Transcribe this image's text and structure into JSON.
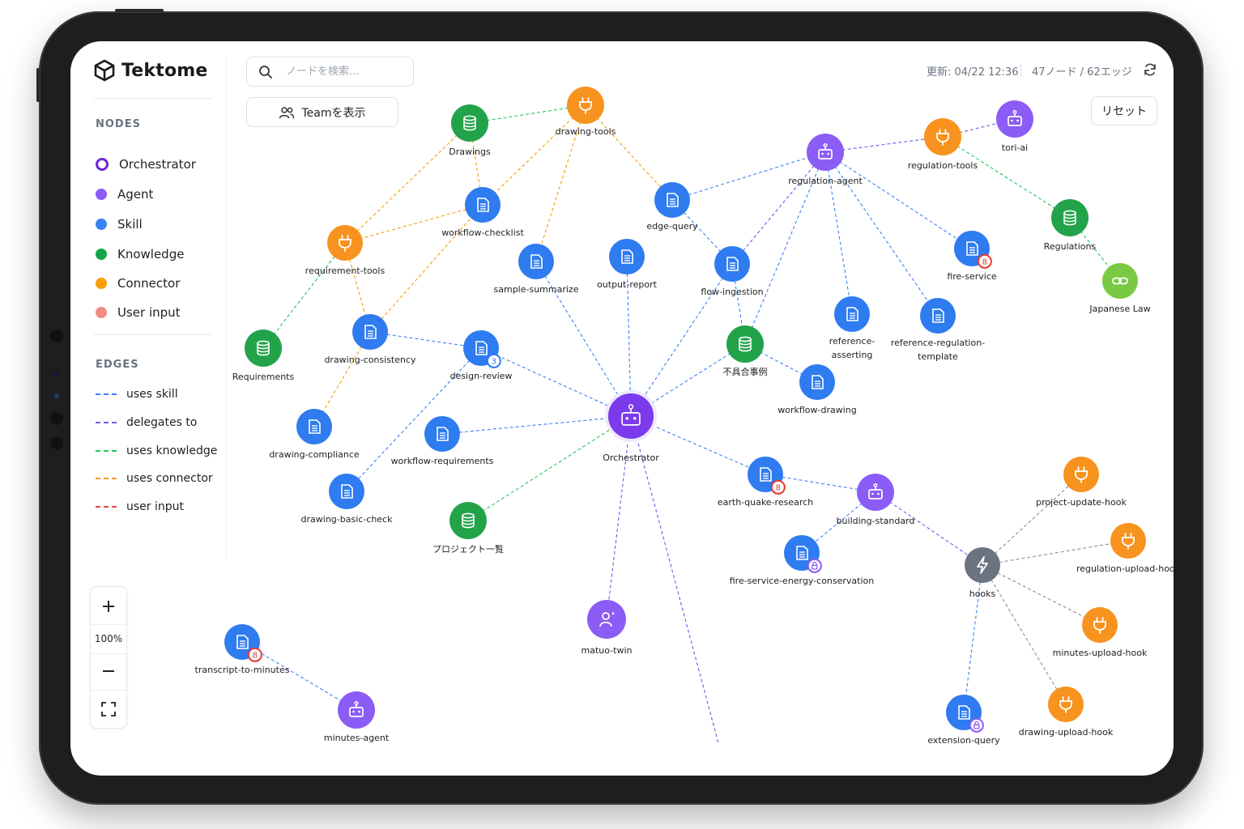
{
  "brand": {
    "name": "Tektome"
  },
  "search": {
    "placeholder": "ノードを検索..."
  },
  "team_button": {
    "label": "Teamを表示"
  },
  "meta": {
    "updated": "更新: 04/22 12:36",
    "counts": "47ノード / 62エッジ"
  },
  "reset_button": {
    "label": "リセット"
  },
  "zoom": {
    "level": "100%"
  },
  "legend": {
    "nodes_title": "NODES",
    "nodes": [
      {
        "label": "Orchestrator",
        "color": "#6d28d9",
        "style": "ring"
      },
      {
        "label": "Agent",
        "color": "#8b5cf6",
        "style": "dot"
      },
      {
        "label": "Skill",
        "color": "#3b82f6",
        "style": "dot"
      },
      {
        "label": "Knowledge",
        "color": "#16a34a",
        "style": "dot"
      },
      {
        "label": "Connector",
        "color": "#f59e0b",
        "style": "dot"
      },
      {
        "label": "User input",
        "color": "#f28b82",
        "style": "dot"
      }
    ],
    "edges_title": "EDGES",
    "edges": [
      {
        "label": "uses skill",
        "color": "#3b82f6"
      },
      {
        "label": "delegates to",
        "color": "#6d5ce8"
      },
      {
        "label": "uses knowledge",
        "color": "#22c55e"
      },
      {
        "label": "uses connector",
        "color": "#f59e0b"
      },
      {
        "label": "user input",
        "color": "#ef4444"
      }
    ]
  },
  "colors": {
    "orchestrator": "#7c3aed",
    "agent": "#8b5cf6",
    "skill": "#2f7bf0",
    "knowledge": "#22a34a",
    "connector": "#f7931e",
    "law": "#7ac943",
    "hooks": "#6b7280",
    "badge_red": "#e53935",
    "badge_purple": "#8b5cf6"
  },
  "graph": {
    "nodes": [
      {
        "id": "orchestrator",
        "label": "Orchestrator",
        "type": "orchestrator",
        "icon": "robot-icon"
      },
      {
        "id": "drawings",
        "label": "Drawings",
        "type": "knowledge",
        "icon": "database-icon"
      },
      {
        "id": "drawing-tools",
        "label": "drawing-tools",
        "type": "connector",
        "icon": "plug-icon"
      },
      {
        "id": "workflow-checklist",
        "label": "workflow-checklist",
        "type": "skill",
        "icon": "document-icon"
      },
      {
        "id": "requirement-tools",
        "label": "requirement-tools",
        "type": "connector",
        "icon": "plug-icon"
      },
      {
        "id": "sample-summarize",
        "label": "sample-summarize",
        "type": "skill",
        "icon": "document-icon"
      },
      {
        "id": "output-report",
        "label": "output-report",
        "type": "skill",
        "icon": "document-icon"
      },
      {
        "id": "edge-query",
        "label": "edge-query",
        "type": "skill",
        "icon": "document-icon"
      },
      {
        "id": "flow-ingestion",
        "label": "flow-ingestion",
        "type": "skill",
        "icon": "document-icon"
      },
      {
        "id": "regulation-agent",
        "label": "regulation-agent",
        "type": "agent",
        "icon": "robot-icon"
      },
      {
        "id": "regulation-tools",
        "label": "regulation-tools",
        "type": "connector",
        "icon": "plug-icon"
      },
      {
        "id": "tori-ai",
        "label": "tori-ai",
        "type": "agent",
        "icon": "robot-icon"
      },
      {
        "id": "regulations",
        "label": "Regulations",
        "type": "knowledge",
        "icon": "database-icon"
      },
      {
        "id": "japanese-law",
        "label": "Japanese Law",
        "type": "law",
        "icon": "link-icon"
      },
      {
        "id": "fire-service",
        "label": "fire-service",
        "type": "skill",
        "icon": "document-icon",
        "badge": "8",
        "badge_type": "red"
      },
      {
        "id": "reference-asserting",
        "label": "reference-",
        "label2": "asserting",
        "type": "skill",
        "icon": "document-icon"
      },
      {
        "id": "reference-regulation-template",
        "label": "reference-regulation-",
        "label2": "template",
        "type": "skill",
        "icon": "document-icon"
      },
      {
        "id": "fuguai",
        "label": "不具合事例",
        "type": "knowledge",
        "icon": "database-icon"
      },
      {
        "id": "workflow-drawing",
        "label": "workflow-drawing",
        "type": "skill",
        "icon": "document-icon"
      },
      {
        "id": "requirements",
        "label": "Requirements",
        "type": "knowledge",
        "icon": "database-icon"
      },
      {
        "id": "drawing-consistency",
        "label": "drawing-consistency",
        "type": "skill",
        "icon": "document-icon"
      },
      {
        "id": "design-review",
        "label": "design-review",
        "type": "skill",
        "icon": "document-icon",
        "badge": "3",
        "badge_type": "blue"
      },
      {
        "id": "drawing-compliance",
        "label": "drawing-compliance",
        "type": "skill",
        "icon": "document-icon"
      },
      {
        "id": "workflow-requirements",
        "label": "workflow-requirements",
        "type": "skill",
        "icon": "document-icon"
      },
      {
        "id": "drawing-basic-check",
        "label": "drawing-basic-check",
        "type": "skill",
        "icon": "document-icon"
      },
      {
        "id": "project-list",
        "label": "プロジェクト一覧",
        "type": "knowledge",
        "icon": "database-icon"
      },
      {
        "id": "earth-quake-research",
        "label": "earth-quake-research",
        "type": "skill",
        "icon": "document-icon",
        "badge": "8",
        "badge_type": "red"
      },
      {
        "id": "building-standard",
        "label": "building-standard",
        "type": "agent",
        "icon": "robot-icon"
      },
      {
        "id": "fire-service-energy-conservation",
        "label": "fire-service-energy-conservation",
        "type": "skill",
        "icon": "document-icon",
        "badge": "lock",
        "badge_type": "purple"
      },
      {
        "id": "hooks",
        "label": "hooks",
        "type": "hooks",
        "icon": "lightning-icon"
      },
      {
        "id": "project-update-hook",
        "label": "project-update-hook",
        "type": "connector",
        "icon": "plug-icon"
      },
      {
        "id": "regulation-upload-hook",
        "label": "regulation-upload-hook",
        "type": "connector",
        "icon": "plug-icon"
      },
      {
        "id": "minutes-upload-hook",
        "label": "minutes-upload-hook",
        "type": "connector",
        "icon": "plug-icon"
      },
      {
        "id": "drawing-upload-hook",
        "label": "drawing-upload-hook",
        "type": "connector",
        "icon": "plug-icon"
      },
      {
        "id": "extension-query",
        "label": "extension-query",
        "type": "skill",
        "icon": "document-icon",
        "badge": "lock",
        "badge_type": "purple"
      },
      {
        "id": "matuo-twin",
        "label": "matuo-twin",
        "type": "agent",
        "icon": "person-icon"
      },
      {
        "id": "transcript-to-minutes",
        "label": "transcript-to-minutes",
        "type": "skill",
        "icon": "document-icon",
        "badge": "8",
        "badge_type": "red"
      },
      {
        "id": "minutes-agent",
        "label": "minutes-agent",
        "type": "agent",
        "icon": "robot-icon"
      }
    ],
    "edges": [
      {
        "from": "drawings",
        "to": "drawing-tools",
        "kind": "knowledge"
      },
      {
        "from": "drawings",
        "to": "requirement-tools",
        "kind": "connector"
      },
      {
        "from": "drawings",
        "to": "workflow-checklist",
        "kind": "connector"
      },
      {
        "from": "drawing-tools",
        "to": "workflow-checklist",
        "kind": "connector"
      },
      {
        "from": "drawing-tools",
        "to": "sample-summarize",
        "kind": "connector"
      },
      {
        "from": "drawing-tools",
        "to": "edge-query",
        "kind": "connector"
      },
      {
        "from": "workflow-checklist",
        "to": "requirement-tools",
        "kind": "connector"
      },
      {
        "from": "requirement-tools",
        "to": "requirements",
        "kind": "knowledge"
      },
      {
        "from": "requirement-tools",
        "to": "drawing-consistency",
        "kind": "connector"
      },
      {
        "from": "drawing-consistency",
        "to": "workflow-checklist",
        "kind": "connector"
      },
      {
        "from": "drawing-consistency",
        "to": "drawing-compliance",
        "kind": "connector"
      },
      {
        "from": "drawing-consistency",
        "to": "design-review",
        "kind": "skill"
      },
      {
        "from": "design-review",
        "to": "orchestrator",
        "kind": "skill"
      },
      {
        "from": "design-review",
        "to": "drawing-basic-check",
        "kind": "skill"
      },
      {
        "from": "workflow-requirements",
        "to": "orchestrator",
        "kind": "skill"
      },
      {
        "from": "project-list",
        "to": "orchestrator",
        "kind": "knowledge"
      },
      {
        "from": "sample-summarize",
        "to": "orchestrator",
        "kind": "skill"
      },
      {
        "from": "output-report",
        "to": "orchestrator",
        "kind": "skill"
      },
      {
        "from": "flow-ingestion",
        "to": "orchestrator",
        "kind": "skill"
      },
      {
        "from": "edge-query",
        "to": "flow-ingestion",
        "kind": "skill"
      },
      {
        "from": "edge-query",
        "to": "regulation-agent",
        "kind": "skill"
      },
      {
        "from": "flow-ingestion",
        "to": "regulation-agent",
        "kind": "delegate"
      },
      {
        "from": "flow-ingestion",
        "to": "fuguai",
        "kind": "skill"
      },
      {
        "from": "fuguai",
        "to": "orchestrator",
        "kind": "skill"
      },
      {
        "from": "fuguai",
        "to": "regulation-agent",
        "kind": "skill"
      },
      {
        "from": "fuguai",
        "to": "workflow-drawing",
        "kind": "skill"
      },
      {
        "from": "regulation-agent",
        "to": "regulation-tools",
        "kind": "delegate"
      },
      {
        "from": "regulation-agent",
        "to": "fire-service",
        "kind": "skill"
      },
      {
        "from": "regulation-agent",
        "to": "reference-asserting",
        "kind": "skill"
      },
      {
        "from": "regulation-agent",
        "to": "reference-regulation-template",
        "kind": "skill"
      },
      {
        "from": "regulation-tools",
        "to": "tori-ai",
        "kind": "delegate"
      },
      {
        "from": "regulation-tools",
        "to": "regulations",
        "kind": "knowledge"
      },
      {
        "from": "regulations",
        "to": "japanese-law",
        "kind": "knowledge"
      },
      {
        "from": "orchestrator",
        "to": "earth-quake-research",
        "kind": "skill"
      },
      {
        "from": "earth-quake-research",
        "to": "building-standard",
        "kind": "skill"
      },
      {
        "from": "building-standard",
        "to": "fire-service-energy-conservation",
        "kind": "skill"
      },
      {
        "from": "building-standard",
        "to": "hooks",
        "kind": "delegate"
      },
      {
        "from": "hooks",
        "to": "project-update-hook",
        "kind": "gray"
      },
      {
        "from": "hooks",
        "to": "regulation-upload-hook",
        "kind": "gray"
      },
      {
        "from": "hooks",
        "to": "minutes-upload-hook",
        "kind": "gray"
      },
      {
        "from": "hooks",
        "to": "drawing-upload-hook",
        "kind": "gray"
      },
      {
        "from": "hooks",
        "to": "extension-query",
        "kind": "skill"
      },
      {
        "from": "orchestrator",
        "to": "matuo-twin",
        "kind": "delegate"
      },
      {
        "from": "orchestrator",
        "to": "offscreen",
        "kind": "delegate"
      },
      {
        "from": "transcript-to-minutes",
        "to": "minutes-agent",
        "kind": "skill"
      }
    ]
  }
}
